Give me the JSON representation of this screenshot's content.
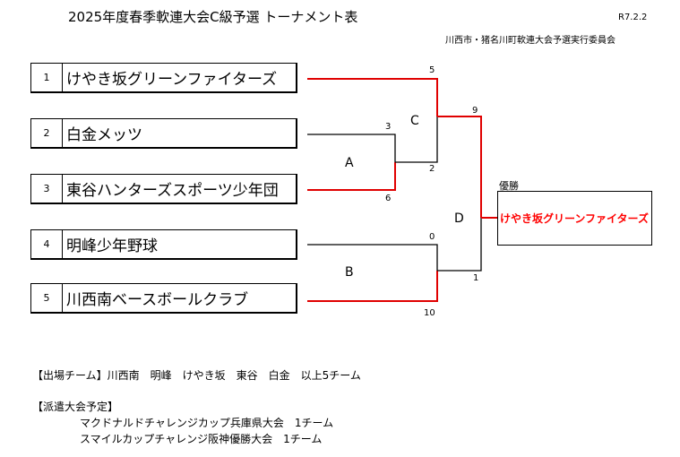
{
  "header": {
    "title": "2025年度春季軟連大会C級予選 トーナメント表",
    "date": "R7.2.2",
    "organizer": "川西市・猪名川町軟連大会予選実行委員会"
  },
  "teams": [
    {
      "num": "1",
      "name": "けやき坂グリーンファイターズ"
    },
    {
      "num": "2",
      "name": "白金メッツ"
    },
    {
      "num": "3",
      "name": "東谷ハンターズスポーツ少年団"
    },
    {
      "num": "4",
      "name": "明峰少年野球"
    },
    {
      "num": "5",
      "name": "川西南ベースボールクラブ"
    }
  ],
  "rounds": {
    "A": "A",
    "B": "B",
    "C": "C",
    "D": "D"
  },
  "scores": {
    "A_top": "3",
    "A_bottom": "6",
    "B_top": "0",
    "B_bottom": "10",
    "C_top": "5",
    "C_bottom": "2",
    "D_top": "9",
    "D_bottom": "1"
  },
  "winner": {
    "label": "優勝",
    "name": "けやき坂グリーンファイターズ"
  },
  "colors": {
    "win": "#e00000",
    "line": "#000000"
  },
  "info": {
    "participants_label": "【出場チーム】",
    "participants": "川西南　明峰　けやき坂　東谷　白金　以上5チーム",
    "dispatch_label": "【派遣大会予定】",
    "dispatch_1": "マクドナルドチャレンジカップ兵庫県大会　1チーム",
    "dispatch_2": "スマイルカップチャレンジ阪神優勝大会　1チーム"
  }
}
